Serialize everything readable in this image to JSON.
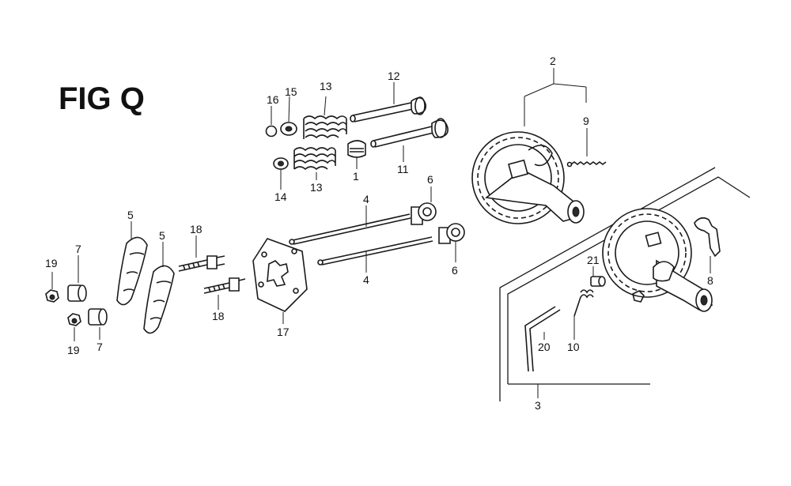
{
  "figure": {
    "title": "FIG Q"
  },
  "callouts": [
    {
      "id": "c16",
      "number": "16"
    },
    {
      "id": "c15",
      "number": "15"
    },
    {
      "id": "c13a",
      "number": "13"
    },
    {
      "id": "c13b",
      "number": "13"
    },
    {
      "id": "c14",
      "number": "14"
    },
    {
      "id": "c1",
      "number": "1"
    },
    {
      "id": "c12",
      "number": "12"
    },
    {
      "id": "c11",
      "number": "11"
    },
    {
      "id": "c2",
      "number": "2"
    },
    {
      "id": "c9",
      "number": "9"
    },
    {
      "id": "c6a",
      "number": "6"
    },
    {
      "id": "c6b",
      "number": "6"
    },
    {
      "id": "c4a",
      "number": "4"
    },
    {
      "id": "c4b",
      "number": "4"
    },
    {
      "id": "c5a",
      "number": "5"
    },
    {
      "id": "c5b",
      "number": "5"
    },
    {
      "id": "c18a",
      "number": "18"
    },
    {
      "id": "c18b",
      "number": "18"
    },
    {
      "id": "c19a",
      "number": "19"
    },
    {
      "id": "c19b",
      "number": "19"
    },
    {
      "id": "c7a",
      "number": "7"
    },
    {
      "id": "c7b",
      "number": "7"
    },
    {
      "id": "c17",
      "number": "17"
    },
    {
      "id": "c21",
      "number": "21"
    },
    {
      "id": "c8",
      "number": "8"
    },
    {
      "id": "c20",
      "number": "20"
    },
    {
      "id": "c10",
      "number": "10"
    },
    {
      "id": "c3",
      "number": "3"
    }
  ]
}
